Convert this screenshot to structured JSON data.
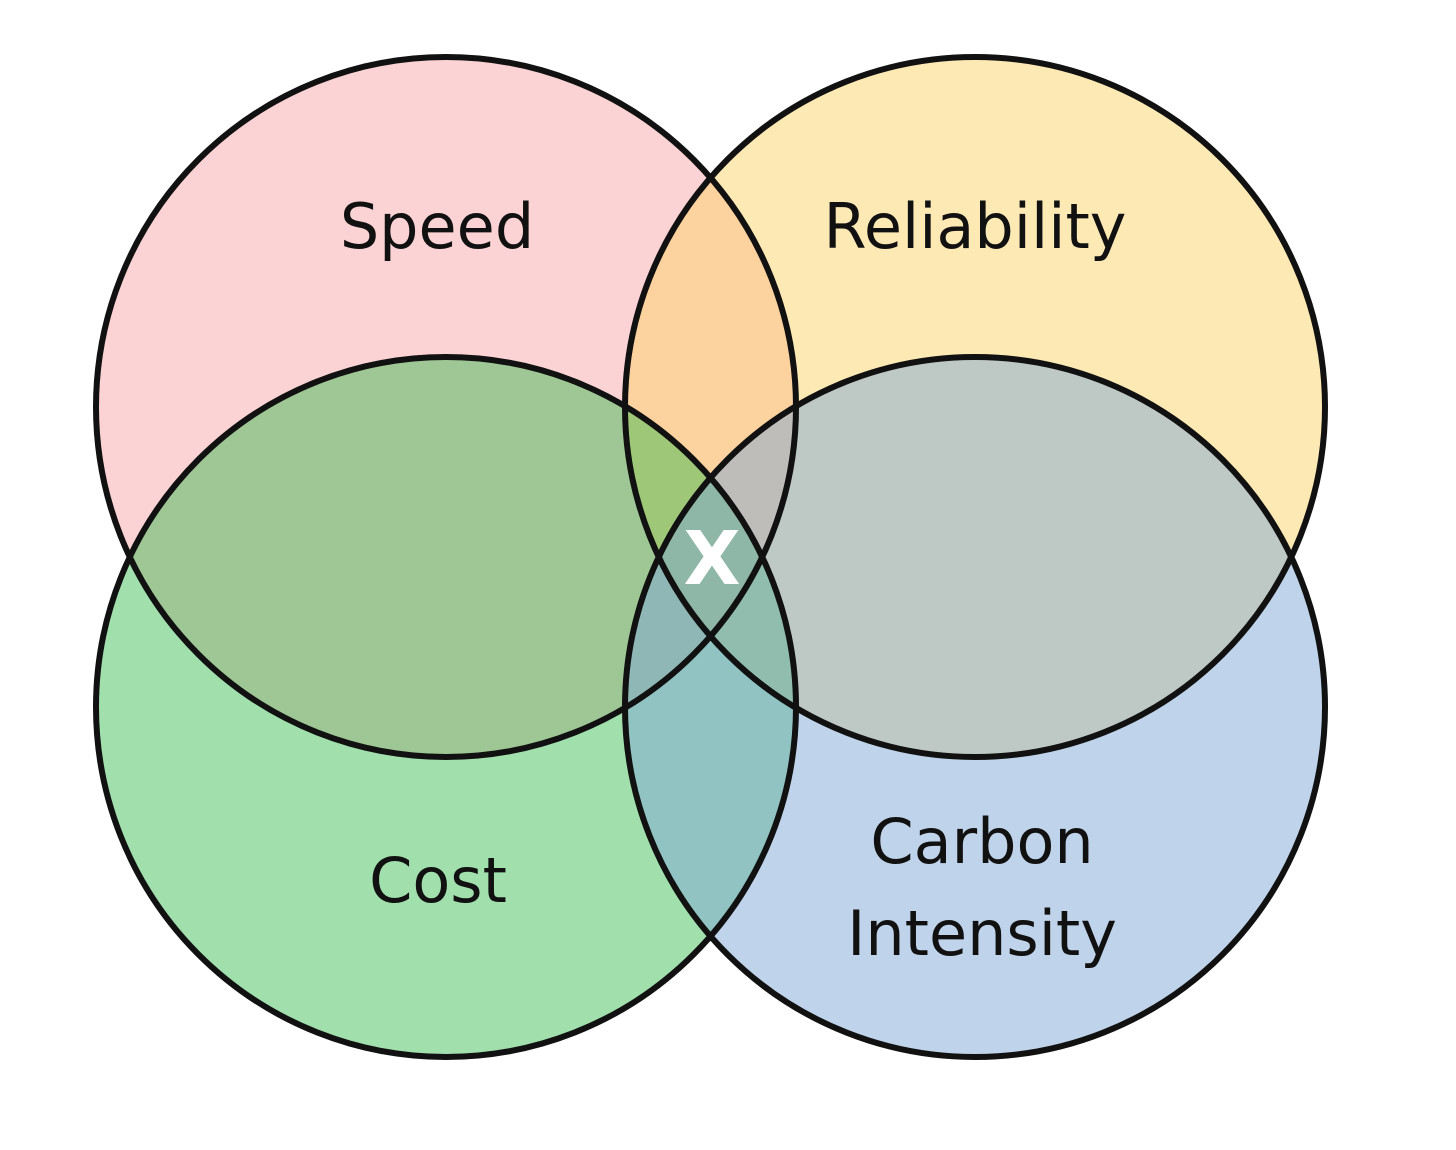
{
  "diagram": {
    "type": "venn",
    "sets": [
      {
        "id": "speed",
        "label_lines": [
          "Speed"
        ],
        "color": "#f9a8aa",
        "position": "top-left"
      },
      {
        "id": "reliability",
        "label_lines": [
          "Reliability"
        ],
        "color": "#fbd36a",
        "position": "top-right"
      },
      {
        "id": "cost",
        "label_lines": [
          "Cost"
        ],
        "color": "#2fb84a",
        "position": "bottom-left"
      },
      {
        "id": "carbon-intensity",
        "label_lines": [
          "Carbon",
          "Intensity"
        ],
        "color": "#7fa8d6",
        "position": "bottom-right"
      }
    ],
    "center_mark": "X",
    "center_mark_color": "#ffffff",
    "stroke_color": "#111111"
  }
}
